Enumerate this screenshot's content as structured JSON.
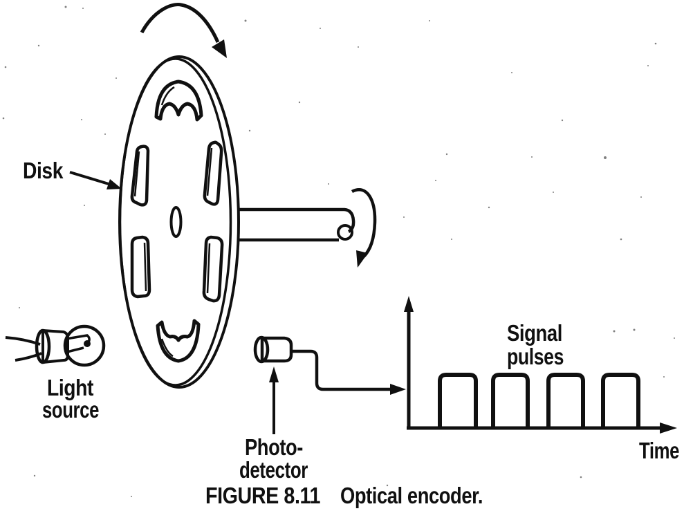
{
  "figure": {
    "kind": "textbook-diagram",
    "caption": {
      "number": "FIGURE 8.11",
      "title": "Optical encoder."
    },
    "labels": {
      "disk": "Disk",
      "light_source_line1": "Light",
      "light_source_line2": "source",
      "photodetector_line1": "Photo-",
      "photodetector_line2": "detector",
      "signal_pulses_line1": "Signal",
      "signal_pulses_line2": "pulses",
      "time_axis": "Time"
    },
    "pulse_train": {
      "pulse_count": 4,
      "wave_shape": "square",
      "x_axis_label": "Time"
    },
    "disk": {
      "slot_count": 6,
      "has_center_hole": true,
      "rotation_indicated": true
    },
    "colors": {
      "ink": "#101010",
      "paper": "#ffffff"
    }
  }
}
